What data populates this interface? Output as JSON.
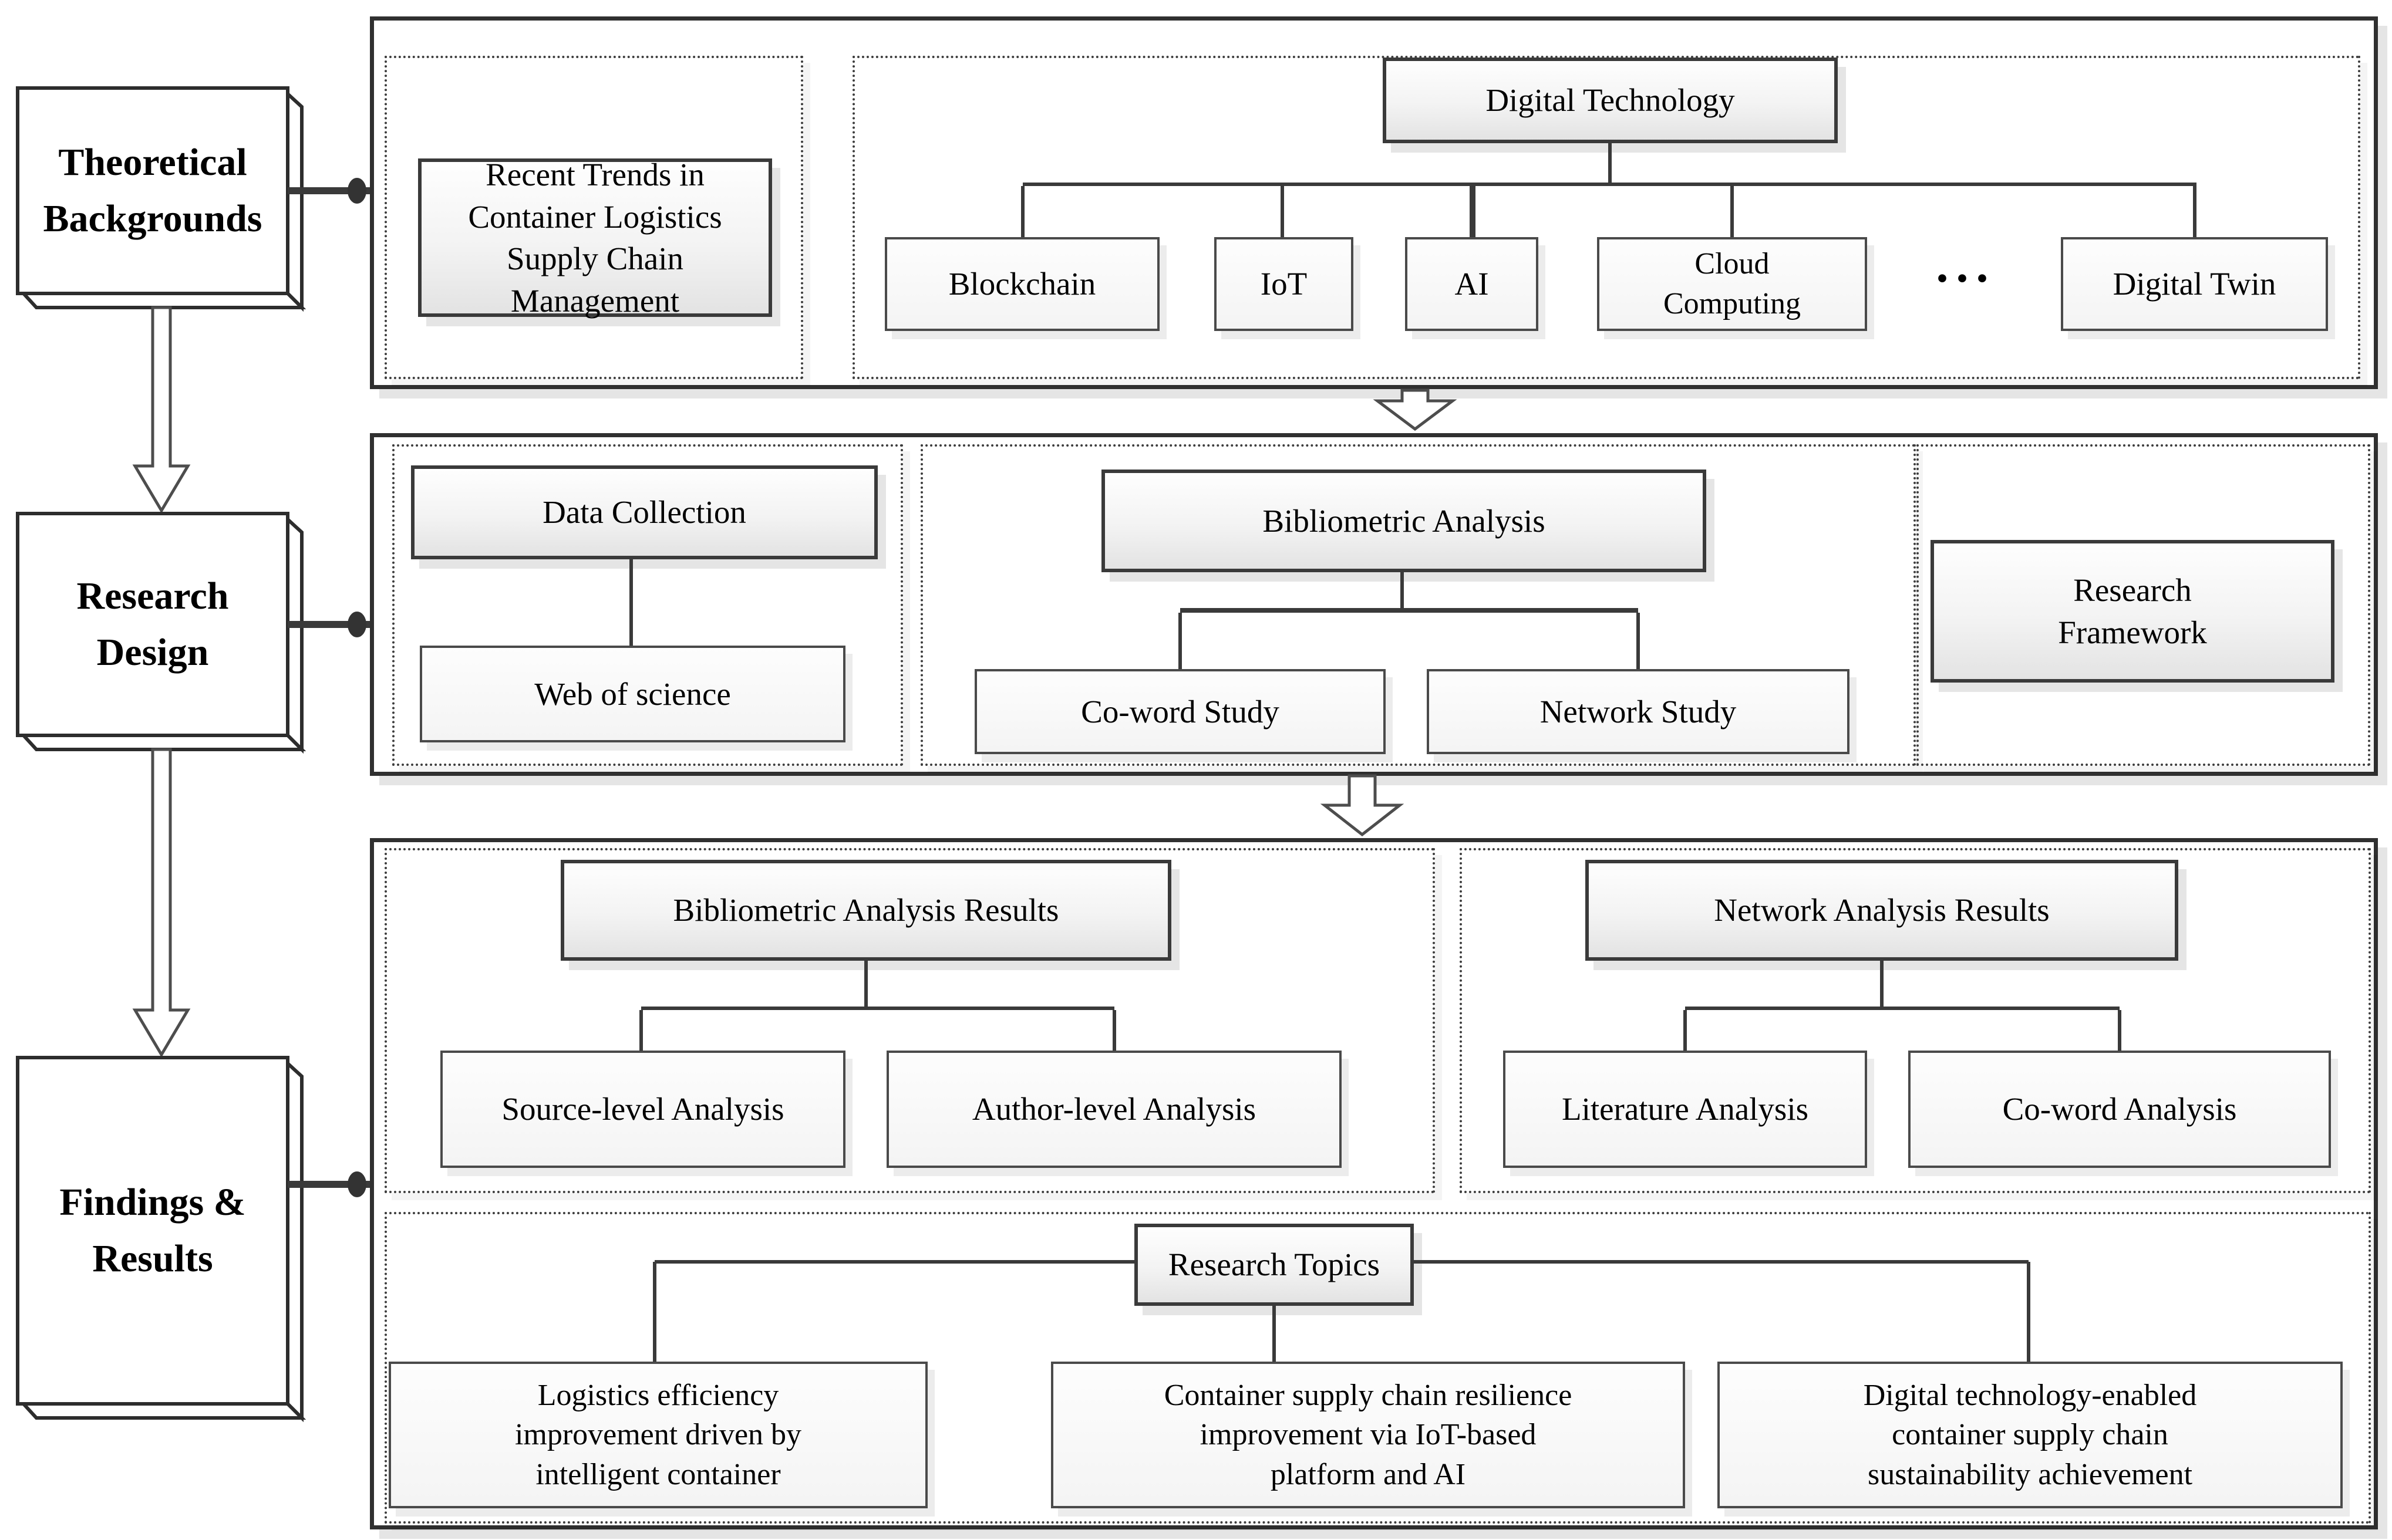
{
  "diagram": {
    "stages": [
      {
        "label": "Theoretical\nBackgrounds"
      },
      {
        "label": "Research\nDesign"
      },
      {
        "label": "Findings &\nResults"
      }
    ],
    "theoretical": {
      "trends": "Recent Trends in\nContainer Logistics\nSupply Chain\nManagement",
      "digital_technology": "Digital Technology",
      "technologies": [
        "Blockchain",
        "IoT",
        "AI",
        "Cloud\nComputing",
        "···",
        "Digital Twin"
      ]
    },
    "research_design": {
      "data_collection": "Data Collection",
      "web_of_science": "Web of science",
      "bibliometric_analysis": "Bibliometric Analysis",
      "co_word_study": "Co-word Study",
      "network_study": "Network Study",
      "research_framework": "Research\nFramework"
    },
    "findings": {
      "bibliometric_results": "Bibliometric Analysis Results",
      "source_level": "Source-level Analysis",
      "author_level": "Author-level Analysis",
      "network_results": "Network Analysis Results",
      "literature_analysis": "Literature Analysis",
      "co_word_analysis": "Co-word Analysis",
      "research_topics": "Research Topics",
      "topics": [
        "Logistics efficiency\nimprovement driven by\nintelligent container",
        "Container supply chain resilience\nimprovement via IoT-based\nplatform and AI",
        "Digital technology-enabled\ncontainer supply chain\nsustainability achievement"
      ]
    }
  }
}
